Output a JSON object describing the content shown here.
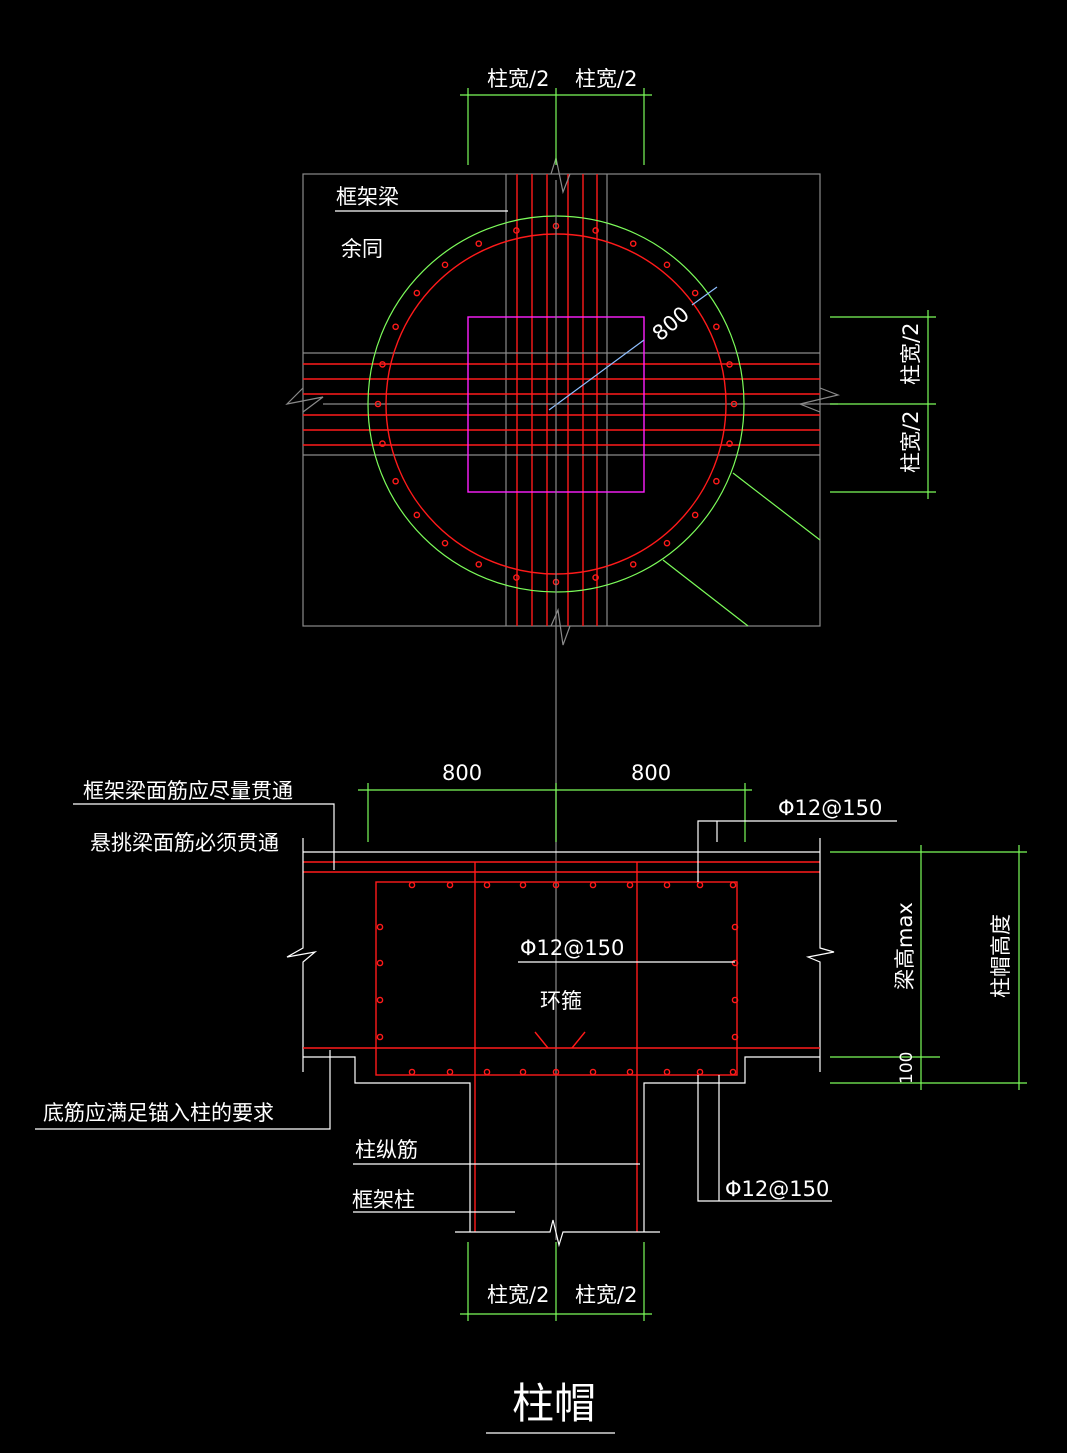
{
  "plan": {
    "top_dim_left": "柱宽/2",
    "top_dim_right": "柱宽/2",
    "right_dim_top": "柱宽/2",
    "right_dim_bottom": "柱宽/2",
    "beam_label": "框架梁",
    "same_note": "余同",
    "radius_dim": "800"
  },
  "section": {
    "dim_left": "800",
    "dim_right": "800",
    "note_top_bar": "框架梁面筋应尽量贯通",
    "note_cantilever": "悬挑梁面筋必须贯通",
    "rebar_top": "Φ12@150",
    "rebar_mid": "Φ12@150",
    "ring_hoop": "环箍",
    "note_bottom_bar": "底筋应满足锚入柱的要求",
    "column_long_bar": "柱纵筋",
    "frame_column": "框架柱",
    "rebar_bottom": "Φ12@150",
    "beam_height": "梁高max",
    "cap_height": "柱帽高度",
    "dim_100": "100",
    "bottom_dim_left": "柱宽/2",
    "bottom_dim_right": "柱宽/2"
  },
  "title": "柱帽",
  "colors": {
    "background": "#000000",
    "outline": "#ffffff",
    "rebar": "#ff1a1a",
    "dimension": "#7CFC5A",
    "column": "#ff20ff",
    "centerline": "#8a8a8a"
  }
}
